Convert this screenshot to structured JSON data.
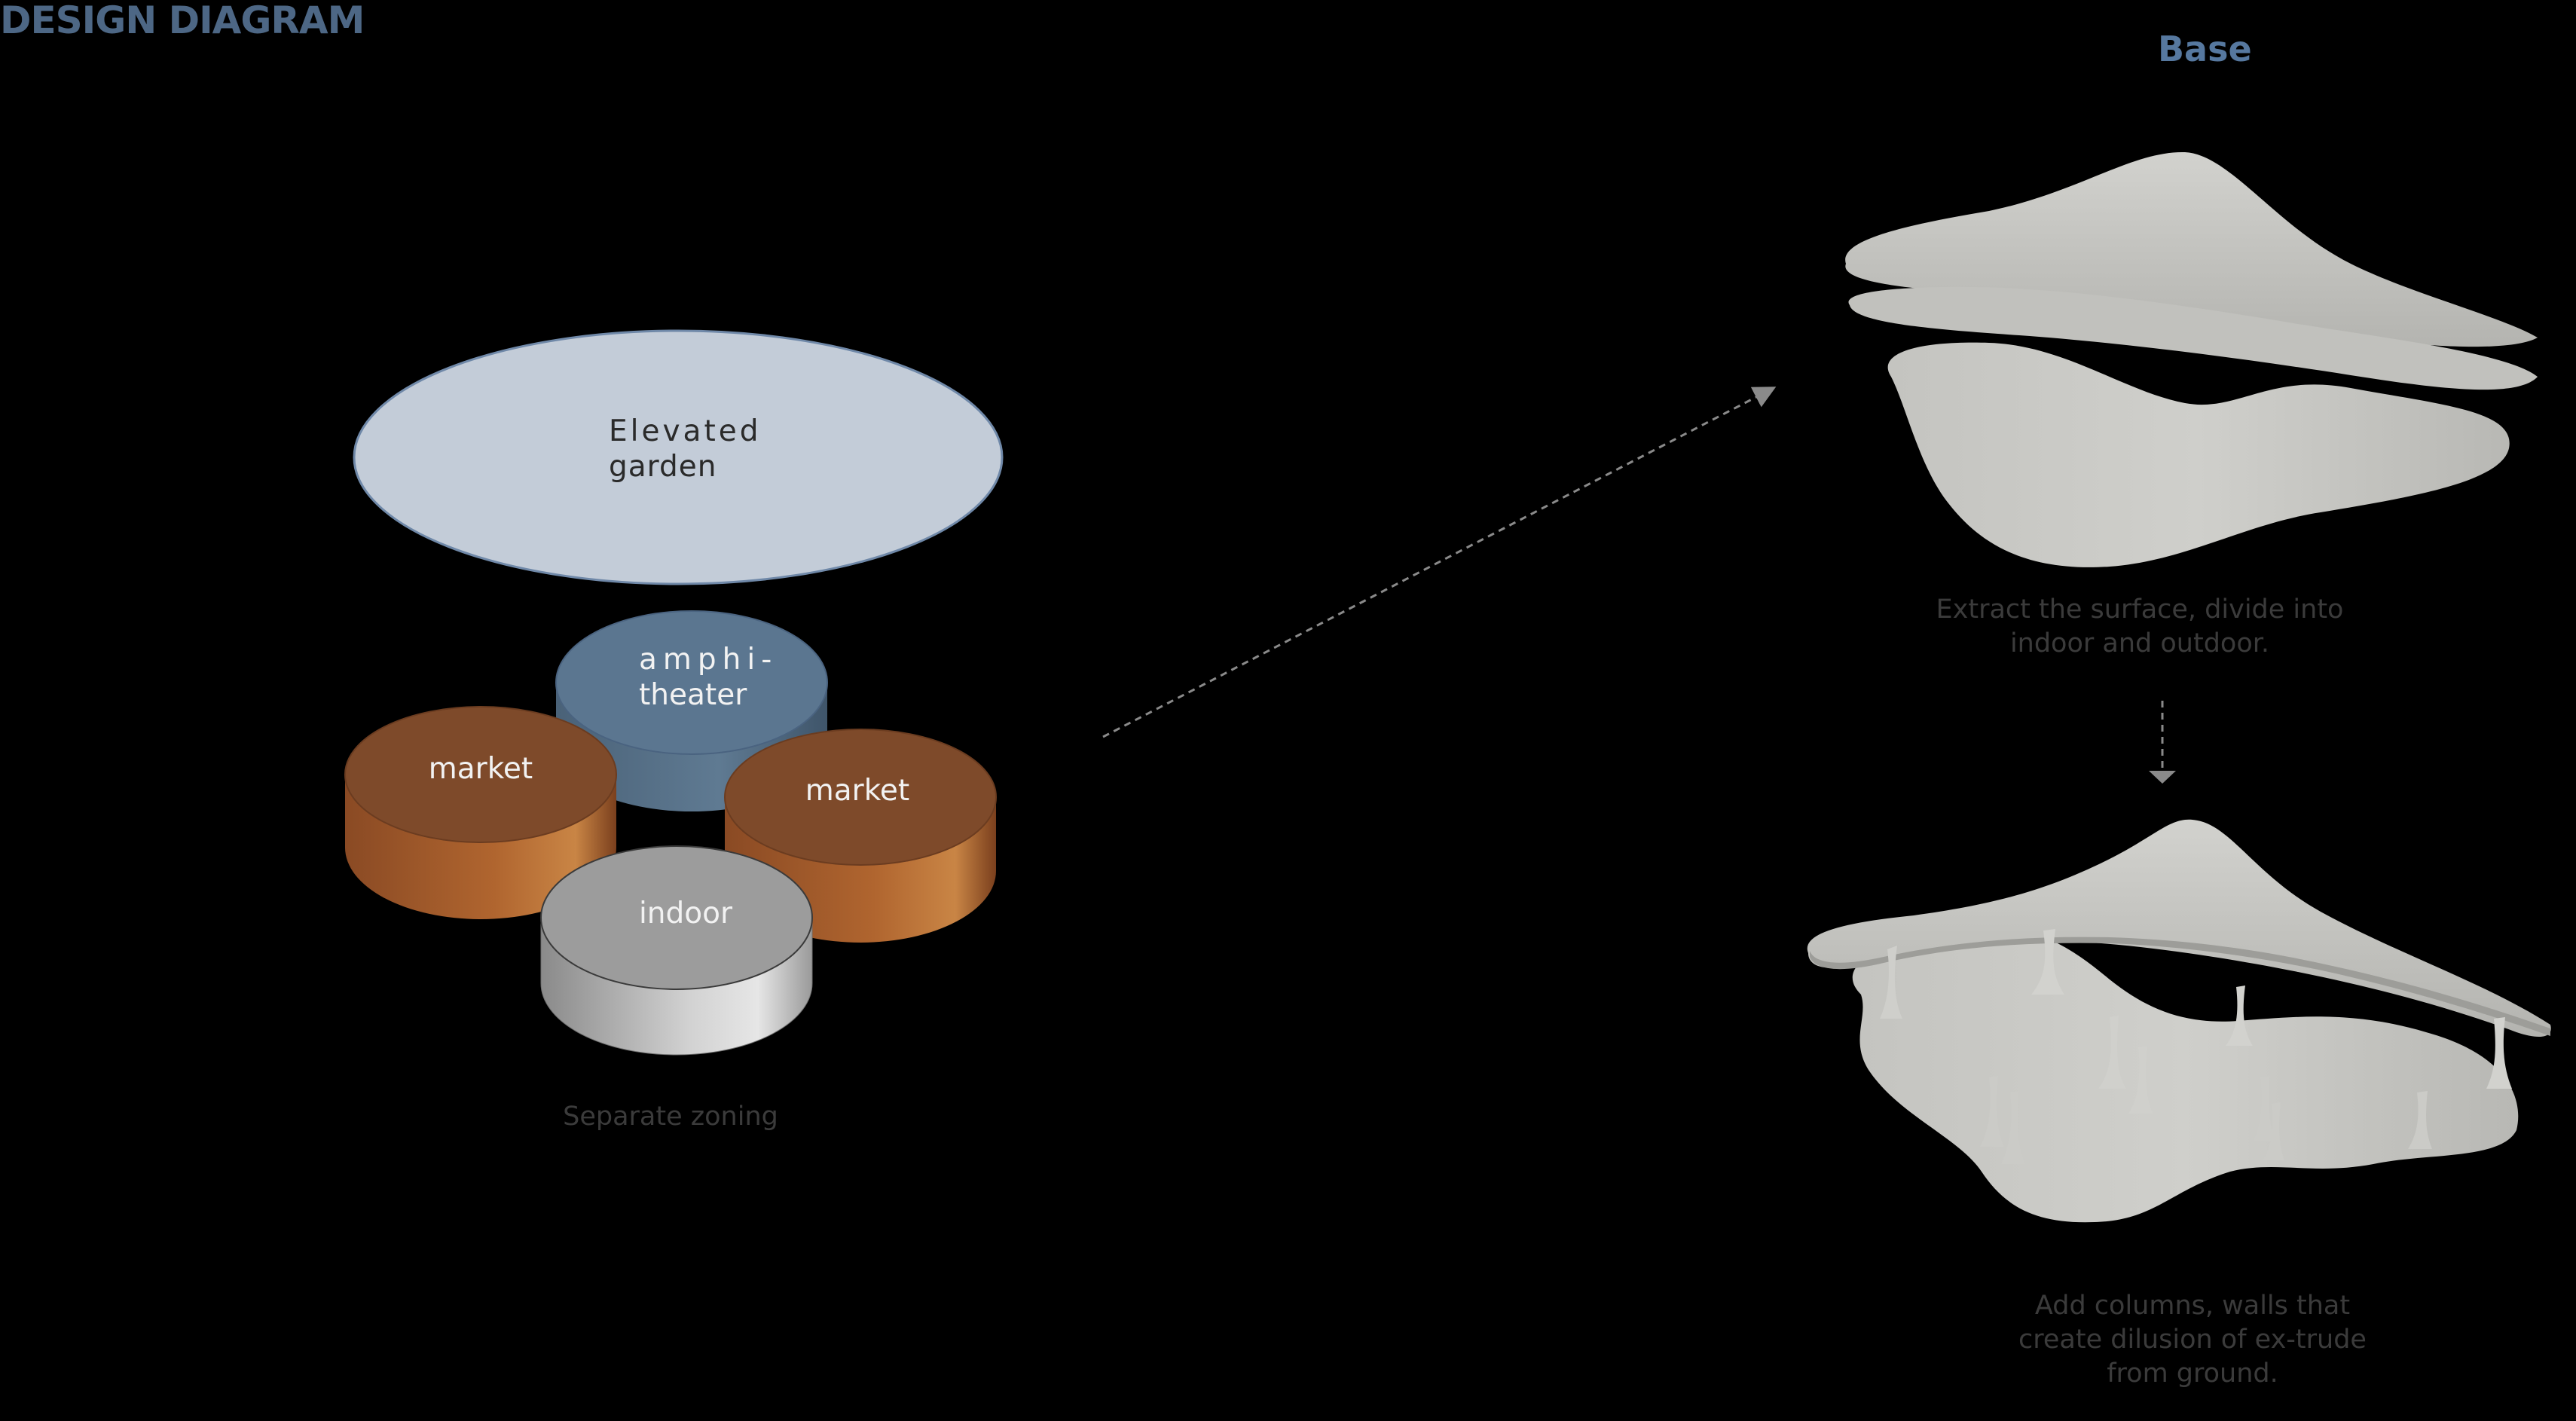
{
  "title": "DESIGN DIAGRAM",
  "base_title": "Base",
  "zones": {
    "elevated_garden": [
      "Elevated",
      "garden"
    ],
    "amphitheater": [
      "amphi-",
      "theater"
    ],
    "market_left": "market",
    "market_right": "market",
    "indoor": "indoor"
  },
  "captions": {
    "zoning": "Separate zoning",
    "extract": "Extract the surface, divide into indoor and outdoor.",
    "columns": "Add columns, walls that create dilusion of ex-trude from ground."
  },
  "colors": {
    "title": "#4d6785",
    "base_title": "#56789f",
    "garden_fill": "#c3ccd8",
    "amphitheater_fill": "#5b7690",
    "market_fill": "#7e4a2a",
    "market_side": "#a35f31",
    "indoor_fill": "#9c9c9c",
    "surface": "#c8c8c4",
    "caption": "#3b3b3b"
  }
}
